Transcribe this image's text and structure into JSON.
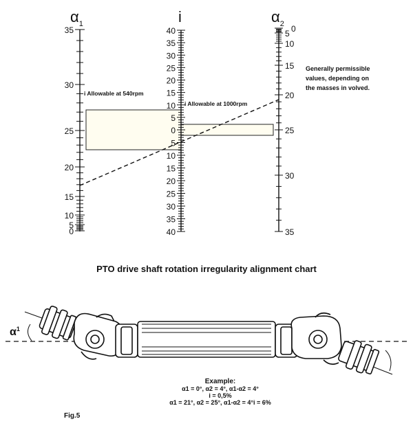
{
  "nomogram": {
    "axis_a1": {
      "title": "α",
      "subscript": "1",
      "min": 0,
      "max": 35,
      "labels": [
        "35",
        "30",
        "25",
        "20",
        "15",
        "10",
        "5",
        "0"
      ]
    },
    "axis_i": {
      "title": "i",
      "labels": [
        "40",
        "35",
        "30",
        "25",
        "20",
        "15",
        "10",
        "5",
        "0",
        "5",
        "10",
        "15",
        "20",
        "25",
        "30",
        "35",
        "40"
      ]
    },
    "axis_a2": {
      "title": "α",
      "subscript": "2",
      "labels": [
        "0",
        "5",
        "10",
        "15",
        "20",
        "25",
        "30",
        "35"
      ]
    },
    "allowable_540": "i Allowable at 540rpm",
    "allowable_1000": "i Allowable at 1000rpm",
    "permissible_note": [
      "Generally permissible",
      "values, depending on",
      "the masses in volved."
    ],
    "example_line": {
      "a1": 17,
      "i": 6,
      "a2": 21
    }
  },
  "caption": "PTO drive shaft rotation irregularity alignment chart",
  "shaft": {
    "angle_label": "α",
    "angle_sub": "1"
  },
  "example": {
    "title": "Example:",
    "line1": "α1 = 0°, α2 = 4°, α1-α2 = 4°",
    "line2": "i = 0,5%",
    "line3": "α1 = 21°, α2 = 25°, α1-α2 = 4°i = 6%"
  },
  "fig_label": "Fig.5"
}
